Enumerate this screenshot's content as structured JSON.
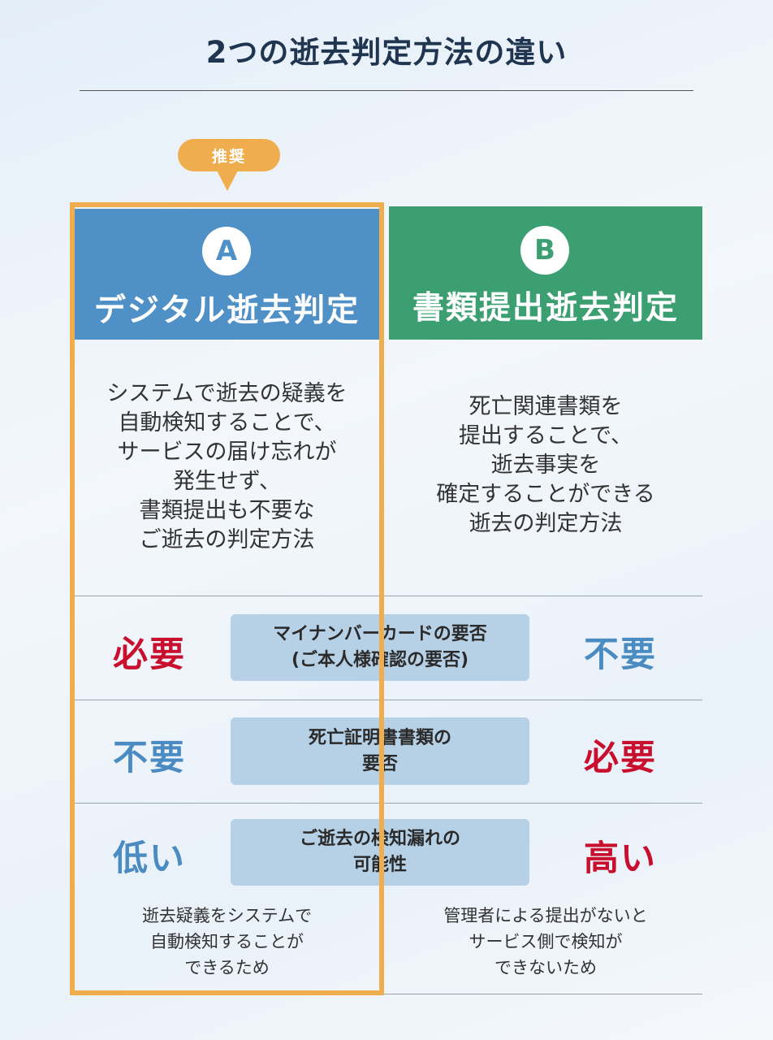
{
  "title": "2つの逝去判定方法の違い",
  "recommend_badge": "推奨",
  "accent_colors": {
    "recommend": "#f0ad4e",
    "a": "#4f90c7",
    "b": "#3c9f72",
    "high": "#c8102e",
    "low": "#4a8cc2"
  },
  "option_a": {
    "letter": "A",
    "title": "デジタル逝去判定",
    "description": "システムで逝去の疑義を\n自動検知することで、\nサービスの届け忘れが\n発生せず、\n書類提出も不要な\nご逝去の判定方法",
    "note": "逝去疑義をシステムで\n自動検知することが\nできるため"
  },
  "option_b": {
    "letter": "B",
    "title": "書類提出逝去判定",
    "description": "死亡関連書類を\n提出することで、\n逝去事実を\n確定することができる\n逝去の判定方法",
    "note": "管理者による提出がないと\nサービス側で検知が\nできないため"
  },
  "comparisons": [
    {
      "label": "マイナンバーカードの要否\n(ご本人様確認の要否)",
      "a": "必要",
      "b": "不要"
    },
    {
      "label": "死亡証明書書類の\n要否",
      "a": "不要",
      "b": "必要"
    },
    {
      "label": "ご逝去の検知漏れの\n可能性",
      "a": "低い",
      "b": "高い"
    }
  ]
}
